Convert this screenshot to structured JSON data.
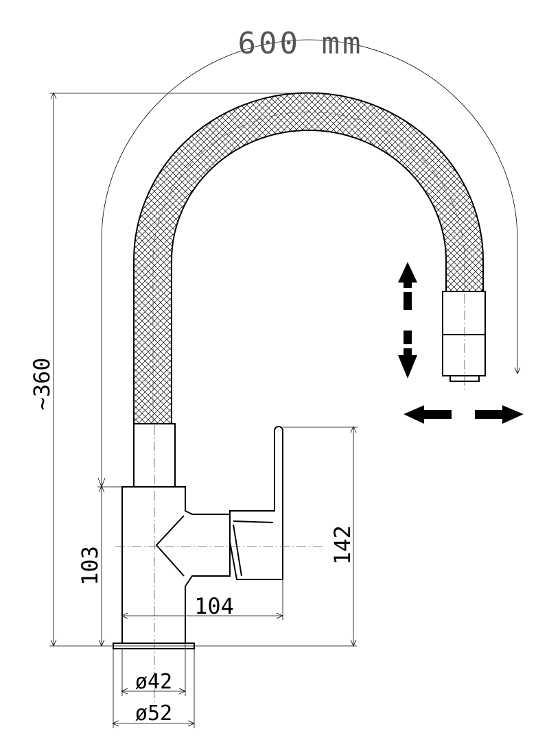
{
  "dimensions": {
    "reach": "600 mm",
    "total_height": "~360",
    "body_height": "103",
    "lever_height": "142",
    "handle_reach": "104",
    "inner_diameter": "ø42",
    "outer_diameter": "ø52"
  },
  "colors": {
    "line": "#000000",
    "title": "#555555",
    "background": "#ffffff"
  },
  "icons": {
    "up": "arrow-up-icon",
    "down": "arrow-down-icon",
    "left": "arrow-left-icon",
    "right": "arrow-right-icon"
  }
}
